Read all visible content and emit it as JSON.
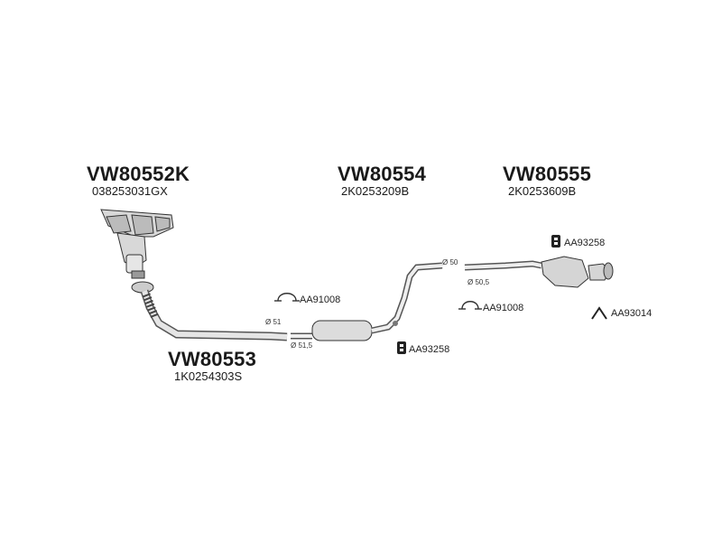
{
  "parts": {
    "manifold": {
      "code": "VW80552K",
      "oem": "038253031GX"
    },
    "front_pipe": {
      "code": "VW80553",
      "oem": "1K0254303S"
    },
    "middle_silencer": {
      "code": "VW80554",
      "oem": "2K0253209B"
    },
    "rear_silencer": {
      "code": "VW80555",
      "oem": "2K0253609B"
    }
  },
  "accessories": {
    "clamp_1": "AA91008",
    "clamp_2": "AA91008",
    "rubber_1": "AA93258",
    "rubber_2": "AA93258",
    "hanger": "AA93014"
  },
  "dimensions": {
    "d1": "Ø 51",
    "d2": "Ø 51,5",
    "d3": "Ø 50",
    "d4": "Ø 50,5"
  }
}
